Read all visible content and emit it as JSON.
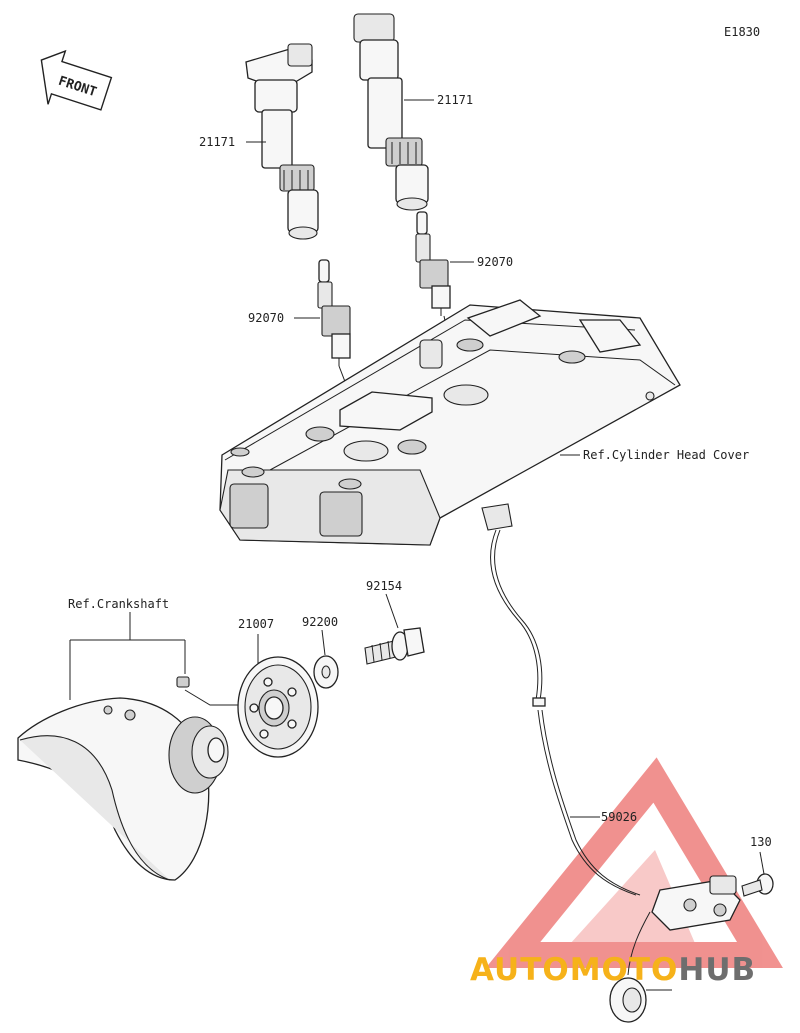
{
  "diagram_code": "E1830",
  "front_label": "FRONT",
  "callouts": {
    "coil_left": "21171",
    "coil_right": "21171",
    "plug_left": "92070",
    "plug_right": "92070",
    "head_cover_ref": "Ref.Cylinder Head Cover",
    "crankshaft_ref": "Ref.Crankshaft",
    "rotor": "21007",
    "washer": "92200",
    "bolt": "92154",
    "pickup_sensor": "59026",
    "sensor_bolt": "130"
  },
  "watermark": {
    "part1": "AUTOMOTO",
    "part2": "HUB",
    "color_primary": "#f6b21a",
    "color_secondary": "#6e6e6e",
    "triangle_color": "#e53935"
  }
}
